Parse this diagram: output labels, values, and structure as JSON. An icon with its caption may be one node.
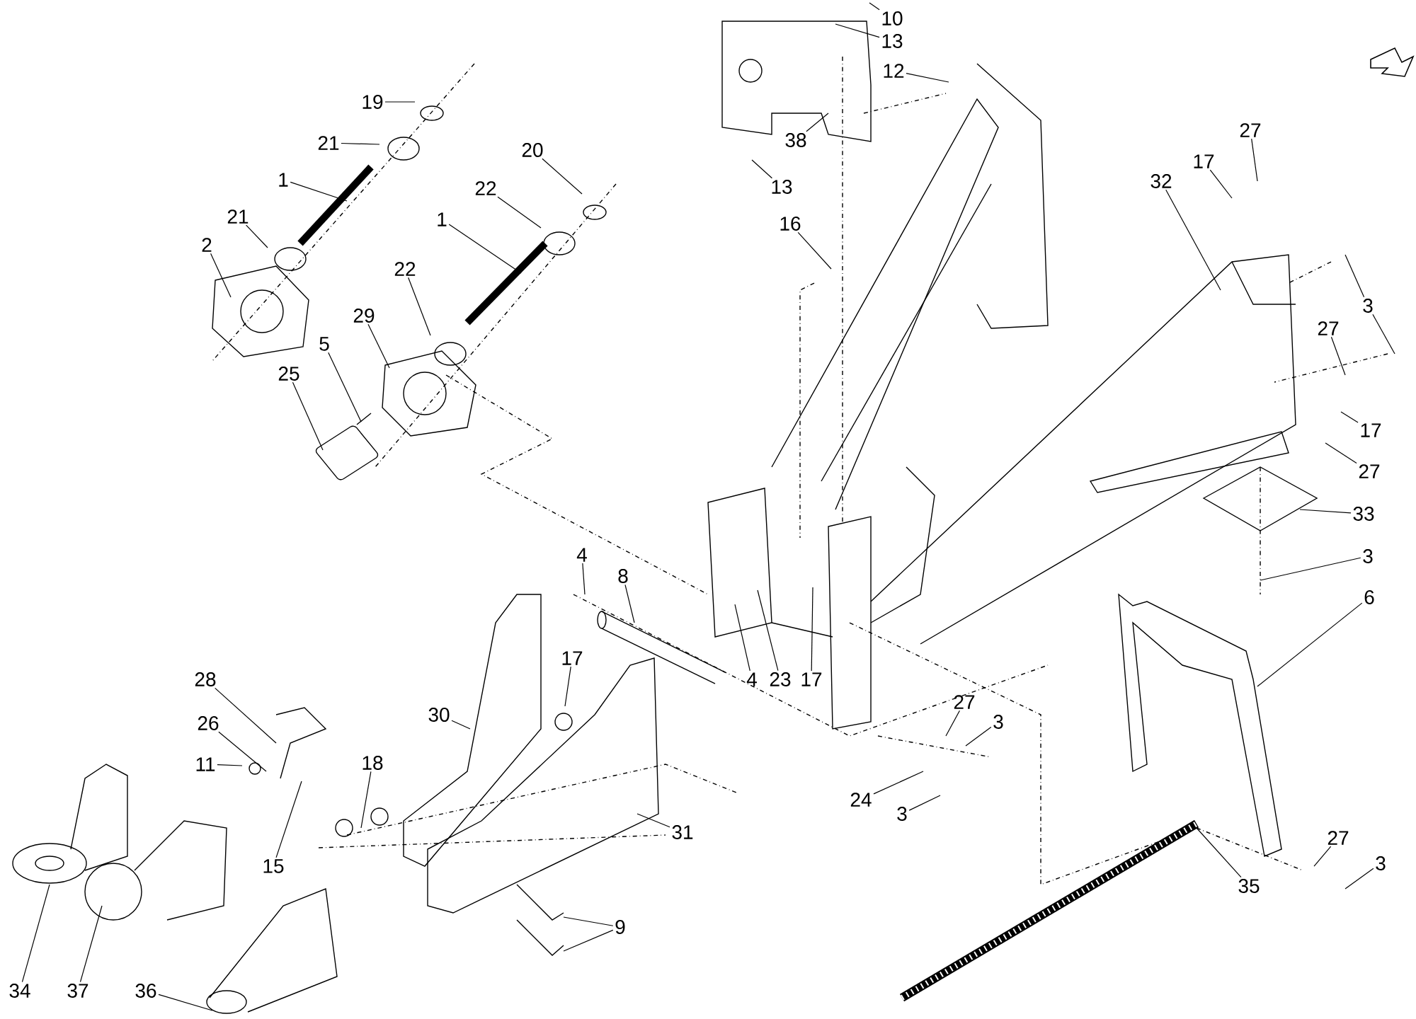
{
  "diagram": {
    "nodes": [
      {
        "text": [
          "19"
        ]
      },
      {
        "text": [
          "21"
        ]
      },
      {
        "text": [
          "1"
        ]
      },
      {
        "text": [
          "21"
        ]
      },
      {
        "text": [
          "2"
        ]
      },
      {
        "text": [
          "20"
        ]
      },
      {
        "text": [
          "22"
        ]
      },
      {
        "text": [
          "1"
        ]
      },
      {
        "text": [
          "22"
        ]
      },
      {
        "text": [
          "29"
        ]
      },
      {
        "text": [
          "5"
        ]
      },
      {
        "text": [
          "25"
        ]
      },
      {
        "text": [
          "10"
        ]
      },
      {
        "text": [
          "13"
        ]
      },
      {
        "text": [
          "12"
        ]
      },
      {
        "text": [
          "38"
        ]
      },
      {
        "text": [
          "13"
        ]
      },
      {
        "text": [
          "16"
        ]
      },
      {
        "text": [
          "32"
        ]
      },
      {
        "text": [
          "17"
        ]
      },
      {
        "text": [
          "27"
        ]
      },
      {
        "text": [
          "3"
        ]
      },
      {
        "text": [
          "27"
        ]
      },
      {
        "text": [
          "17"
        ]
      },
      {
        "text": [
          "27"
        ]
      },
      {
        "text": [
          "33"
        ]
      },
      {
        "text": [
          "3"
        ]
      },
      {
        "text": [
          "6"
        ]
      },
      {
        "text": [
          "4"
        ]
      },
      {
        "text": [
          "8"
        ]
      },
      {
        "text": [
          "4"
        ]
      },
      {
        "text": [
          "23"
        ]
      },
      {
        "text": [
          "17"
        ]
      },
      {
        "text": [
          "17"
        ]
      },
      {
        "text": [
          "28"
        ]
      },
      {
        "text": [
          "26"
        ]
      },
      {
        "text": [
          "11"
        ]
      },
      {
        "text": [
          "30"
        ]
      },
      {
        "text": [
          "18"
        ]
      },
      {
        "text": [
          "15"
        ]
      },
      {
        "text": [
          "31"
        ]
      },
      {
        "text": [
          "27"
        ]
      },
      {
        "text": [
          "3"
        ]
      },
      {
        "text": [
          "24"
        ]
      },
      {
        "text": [
          "3"
        ]
      },
      {
        "text": [
          "9"
        ]
      },
      {
        "text": [
          "34"
        ]
      },
      {
        "text": [
          "37"
        ]
      },
      {
        "text": [
          "36"
        ]
      },
      {
        "text": [
          "35"
        ]
      },
      {
        "text": [
          "27"
        ]
      },
      {
        "text": [
          "3"
        ]
      }
    ],
    "edges": [
      {
        "from": 0,
        "to": null,
        "arrow": "none"
      },
      {
        "from": 1,
        "to": null,
        "arrow": "none"
      },
      {
        "from": 2,
        "to": null,
        "arrow": "none"
      },
      {
        "from": 3,
        "to": null,
        "arrow": "none"
      },
      {
        "from": 4,
        "to": null,
        "arrow": "none"
      },
      {
        "from": 5,
        "to": null,
        "arrow": "none"
      },
      {
        "from": 6,
        "to": null,
        "arrow": "none"
      },
      {
        "from": 7,
        "to": null,
        "arrow": "none"
      },
      {
        "from": 8,
        "to": null,
        "arrow": "none"
      },
      {
        "from": 9,
        "to": null,
        "arrow": "none"
      },
      {
        "from": 10,
        "to": null,
        "arrow": "none"
      },
      {
        "from": 11,
        "to": null,
        "arrow": "none"
      },
      {
        "from": 12,
        "to": null,
        "arrow": "none"
      },
      {
        "from": 13,
        "to": null,
        "arrow": "none"
      },
      {
        "from": 14,
        "to": null,
        "arrow": "none"
      },
      {
        "from": 15,
        "to": null,
        "arrow": "none"
      },
      {
        "from": 16,
        "to": null,
        "arrow": "none"
      },
      {
        "from": 17,
        "to": null,
        "arrow": "none"
      },
      {
        "from": 18,
        "to": null,
        "arrow": "none"
      },
      {
        "from": 19,
        "to": null,
        "arrow": "none"
      },
      {
        "from": 20,
        "to": null,
        "arrow": "none"
      },
      {
        "from": 21,
        "to": null,
        "arrow": "none"
      },
      {
        "from": 21,
        "to": null,
        "arrow": "none"
      },
      {
        "from": 22,
        "to": null,
        "arrow": "none"
      },
      {
        "from": 23,
        "to": null,
        "arrow": "none"
      },
      {
        "from": 24,
        "to": null,
        "arrow": "none"
      },
      {
        "from": 25,
        "to": null,
        "arrow": "none"
      },
      {
        "from": 26,
        "to": null,
        "arrow": "none"
      },
      {
        "from": 27,
        "to": null,
        "arrow": "none"
      },
      {
        "from": 28,
        "to": null,
        "arrow": "none"
      },
      {
        "from": 29,
        "to": null,
        "arrow": "none"
      },
      {
        "from": 30,
        "to": null,
        "arrow": "none"
      },
      {
        "from": 31,
        "to": null,
        "arrow": "none"
      },
      {
        "from": 32,
        "to": null,
        "arrow": "none"
      },
      {
        "from": 33,
        "to": null,
        "arrow": "none"
      },
      {
        "from": 34,
        "to": null,
        "arrow": "none"
      },
      {
        "from": 35,
        "to": null,
        "arrow": "none"
      },
      {
        "from": 36,
        "to": null,
        "arrow": "none"
      },
      {
        "from": 37,
        "to": null,
        "arrow": "none"
      },
      {
        "from": 38,
        "to": null,
        "arrow": "none"
      },
      {
        "from": 39,
        "to": null,
        "arrow": "none"
      },
      {
        "from": 40,
        "to": null,
        "arrow": "none"
      },
      {
        "from": 41,
        "to": null,
        "arrow": "none"
      },
      {
        "from": 42,
        "to": null,
        "arrow": "none"
      },
      {
        "from": 43,
        "to": null,
        "arrow": "none"
      },
      {
        "from": 44,
        "to": null,
        "arrow": "none"
      },
      {
        "from": 45,
        "to": null,
        "arrow": "none"
      },
      {
        "from": 45,
        "to": null,
        "arrow": "none"
      },
      {
        "from": 46,
        "to": null,
        "arrow": "none"
      },
      {
        "from": 47,
        "to": null,
        "arrow": "none"
      },
      {
        "from": 48,
        "to": null,
        "arrow": "none"
      },
      {
        "from": 49,
        "to": null,
        "arrow": "none"
      },
      {
        "from": 50,
        "to": null,
        "arrow": "none"
      },
      {
        "from": 51,
        "to": null,
        "arrow": "none"
      }
    ]
  }
}
